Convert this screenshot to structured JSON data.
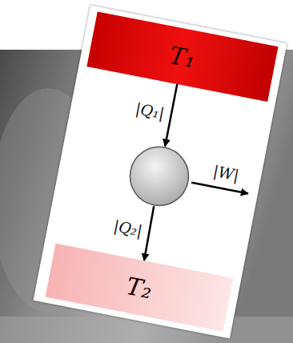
{
  "diagram": {
    "nodes": [
      {
        "text": [
          "T₁"
        ]
      },
      {
        "text": []
      },
      {
        "text": [
          "T₂"
        ]
      }
    ],
    "edges": [
      {
        "from": 0,
        "to": 1,
        "arrow": "to",
        "label": "|Q₁|"
      },
      {
        "from": 1,
        "to": 2,
        "arrow": "to",
        "label": "|Q₂|"
      }
    ],
    "labels": [
      "|W|"
    ]
  }
}
